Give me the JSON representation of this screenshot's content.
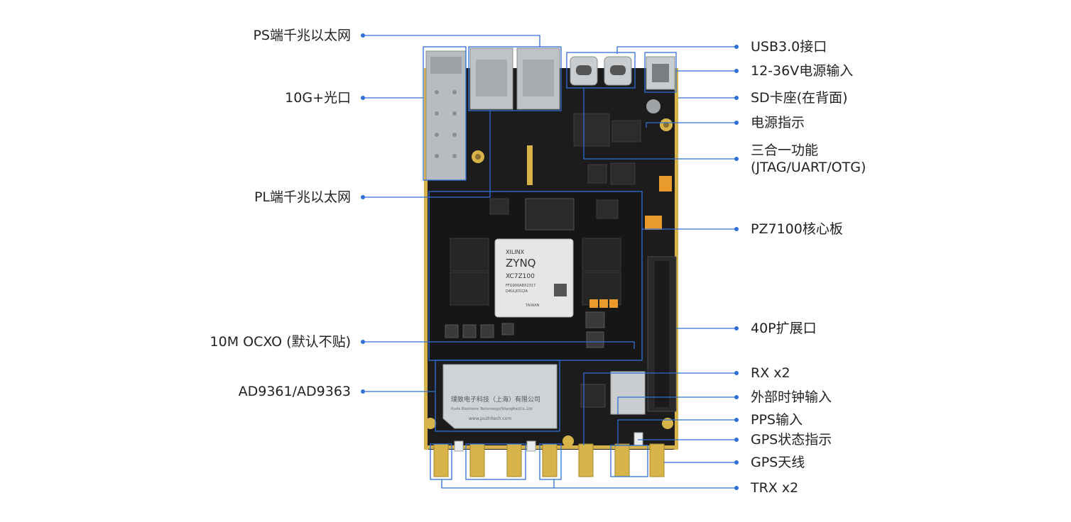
{
  "colors": {
    "callout_line": "#2f6fd6",
    "pcb": "#1c1c1c",
    "gold": "#d8b34a",
    "shield": "#cfd3d6",
    "chip": "#e6e6e6",
    "ic": "#2a2a2a"
  },
  "chip": {
    "brand": "XILINX",
    "family": "ZYNQ",
    "model": "XC7Z100",
    "code": "FFG900ABX2317",
    "lot": "D4ULJ0312A",
    "origin": "TAIWAN"
  },
  "shield_text": {
    "company": "璞致电子科技（上海）有限公司",
    "company_en": "Puzhi Electronic Technology(ShangHai)Co.,Ltd",
    "website": "www.puzhitech.com"
  },
  "labels_left": [
    {
      "id": "ps-ethernet",
      "text": "PS端千兆以太网"
    },
    {
      "id": "10g-optical",
      "text": "10G+光口"
    },
    {
      "id": "pl-ethernet",
      "text": "PL端千兆以太网"
    },
    {
      "id": "ocxo",
      "text": "10M OCXO (默认不贴)"
    },
    {
      "id": "ad9361",
      "text": "AD9361/AD9363"
    }
  ],
  "labels_right": [
    {
      "id": "usb3",
      "text": "USB3.0接口"
    },
    {
      "id": "power-input",
      "text": "12-36V电源输入"
    },
    {
      "id": "sd-card",
      "text": "SD卡座(在背面)"
    },
    {
      "id": "power-led",
      "text": "电源指示"
    },
    {
      "id": "three-in-one",
      "text": "三合一功能",
      "text2": "(JTAG/UART/OTG)"
    },
    {
      "id": "core-board",
      "text": "PZ7100核心板"
    },
    {
      "id": "expansion",
      "text": "40P扩展口"
    },
    {
      "id": "rx",
      "text": "RX x2"
    },
    {
      "id": "ext-clock",
      "text": "外部时钟输入"
    },
    {
      "id": "pps",
      "text": "PPS输入"
    },
    {
      "id": "gps-led",
      "text": "GPS状态指示"
    },
    {
      "id": "gps-antenna",
      "text": "GPS天线"
    },
    {
      "id": "trx",
      "text": "TRX x2"
    }
  ]
}
